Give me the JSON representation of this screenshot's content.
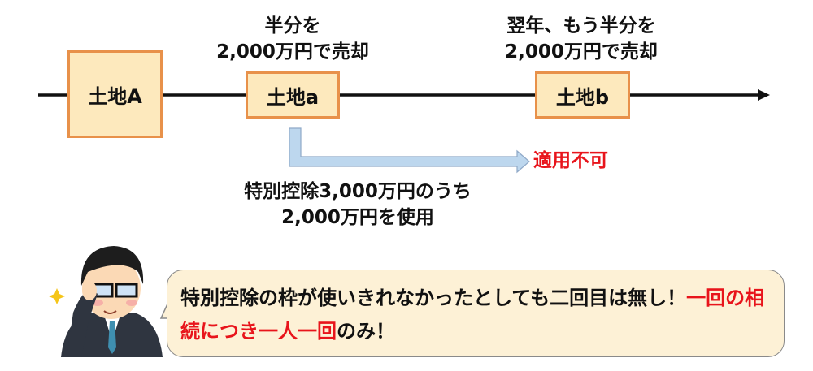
{
  "timeline": {
    "land_A": "土地A",
    "land_a": "土地a",
    "land_b": "土地b",
    "sale_a": [
      "半分を",
      "2,000万円で売却"
    ],
    "sale_b": [
      "翌年、もう半分を",
      "2,000万円で売却"
    ],
    "deduction": [
      "特別控除3,000万円のうち",
      "2,000万円を使用"
    ],
    "not_applicable": "適用不可"
  },
  "bubble": {
    "text_1": "特別控除の枠が使いきれなかったとしても二回目は無し！",
    "text_red": "一回の相続につき一人一回",
    "text_2": "のみ！"
  },
  "colors": {
    "box_fill": "#fde9bd",
    "box_border": "#e8914a",
    "arrow_fill": "#bdd7ee",
    "red": "#e8141b"
  }
}
